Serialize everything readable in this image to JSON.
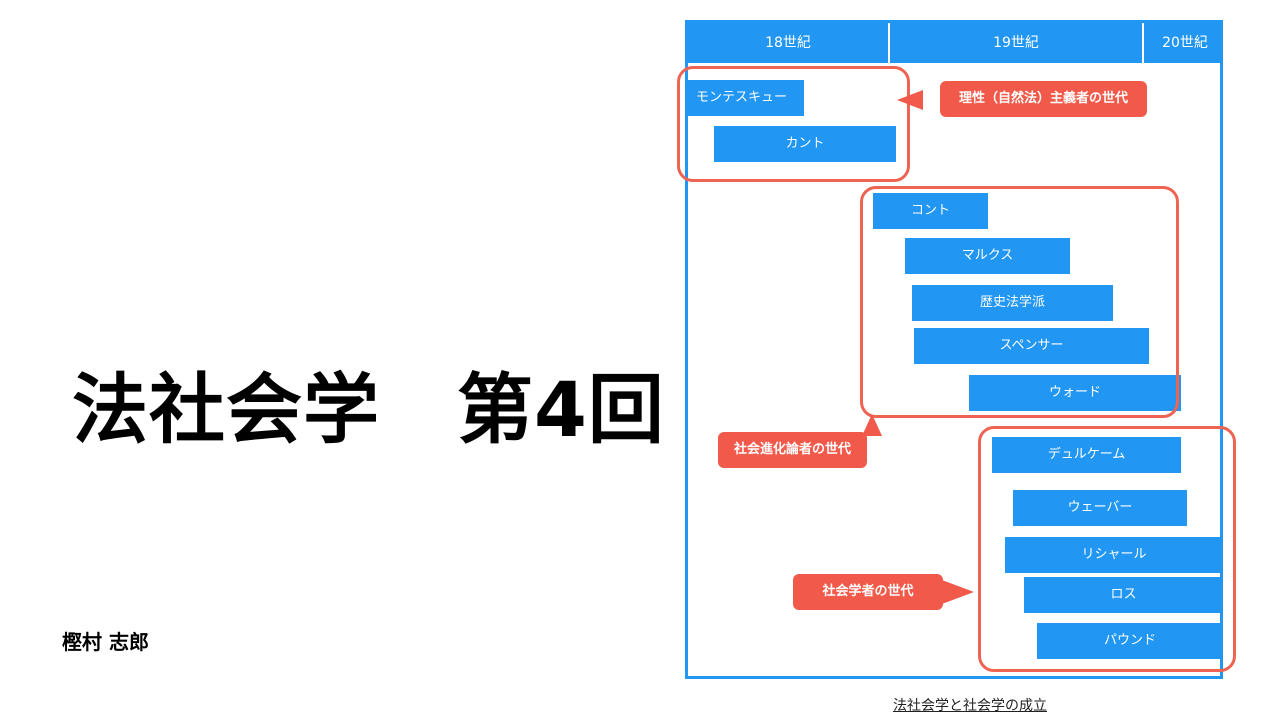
{
  "slide": {
    "title": "法社会学　第4回",
    "author": "樫村 志郎"
  },
  "diagram": {
    "centuries": [
      "18世紀",
      "19世紀",
      "20世紀"
    ],
    "bars": [
      "モンテスキュー",
      "カント",
      "コント",
      "マルクス",
      "歴史法学派",
      "スペンサー",
      "ウォード",
      "デュルケーム",
      "ウェーバー",
      "リシャール",
      "ロス",
      "パウンド"
    ],
    "callouts": [
      "理性（自然法）主義者の世代",
      "社会進化論者の世代",
      "社会学者の世代"
    ],
    "caption": "法社会学と社会学の成立",
    "colors": {
      "bar": "#2196F3",
      "callout": "#F15A4A",
      "group_outline": "#EE6352"
    }
  }
}
